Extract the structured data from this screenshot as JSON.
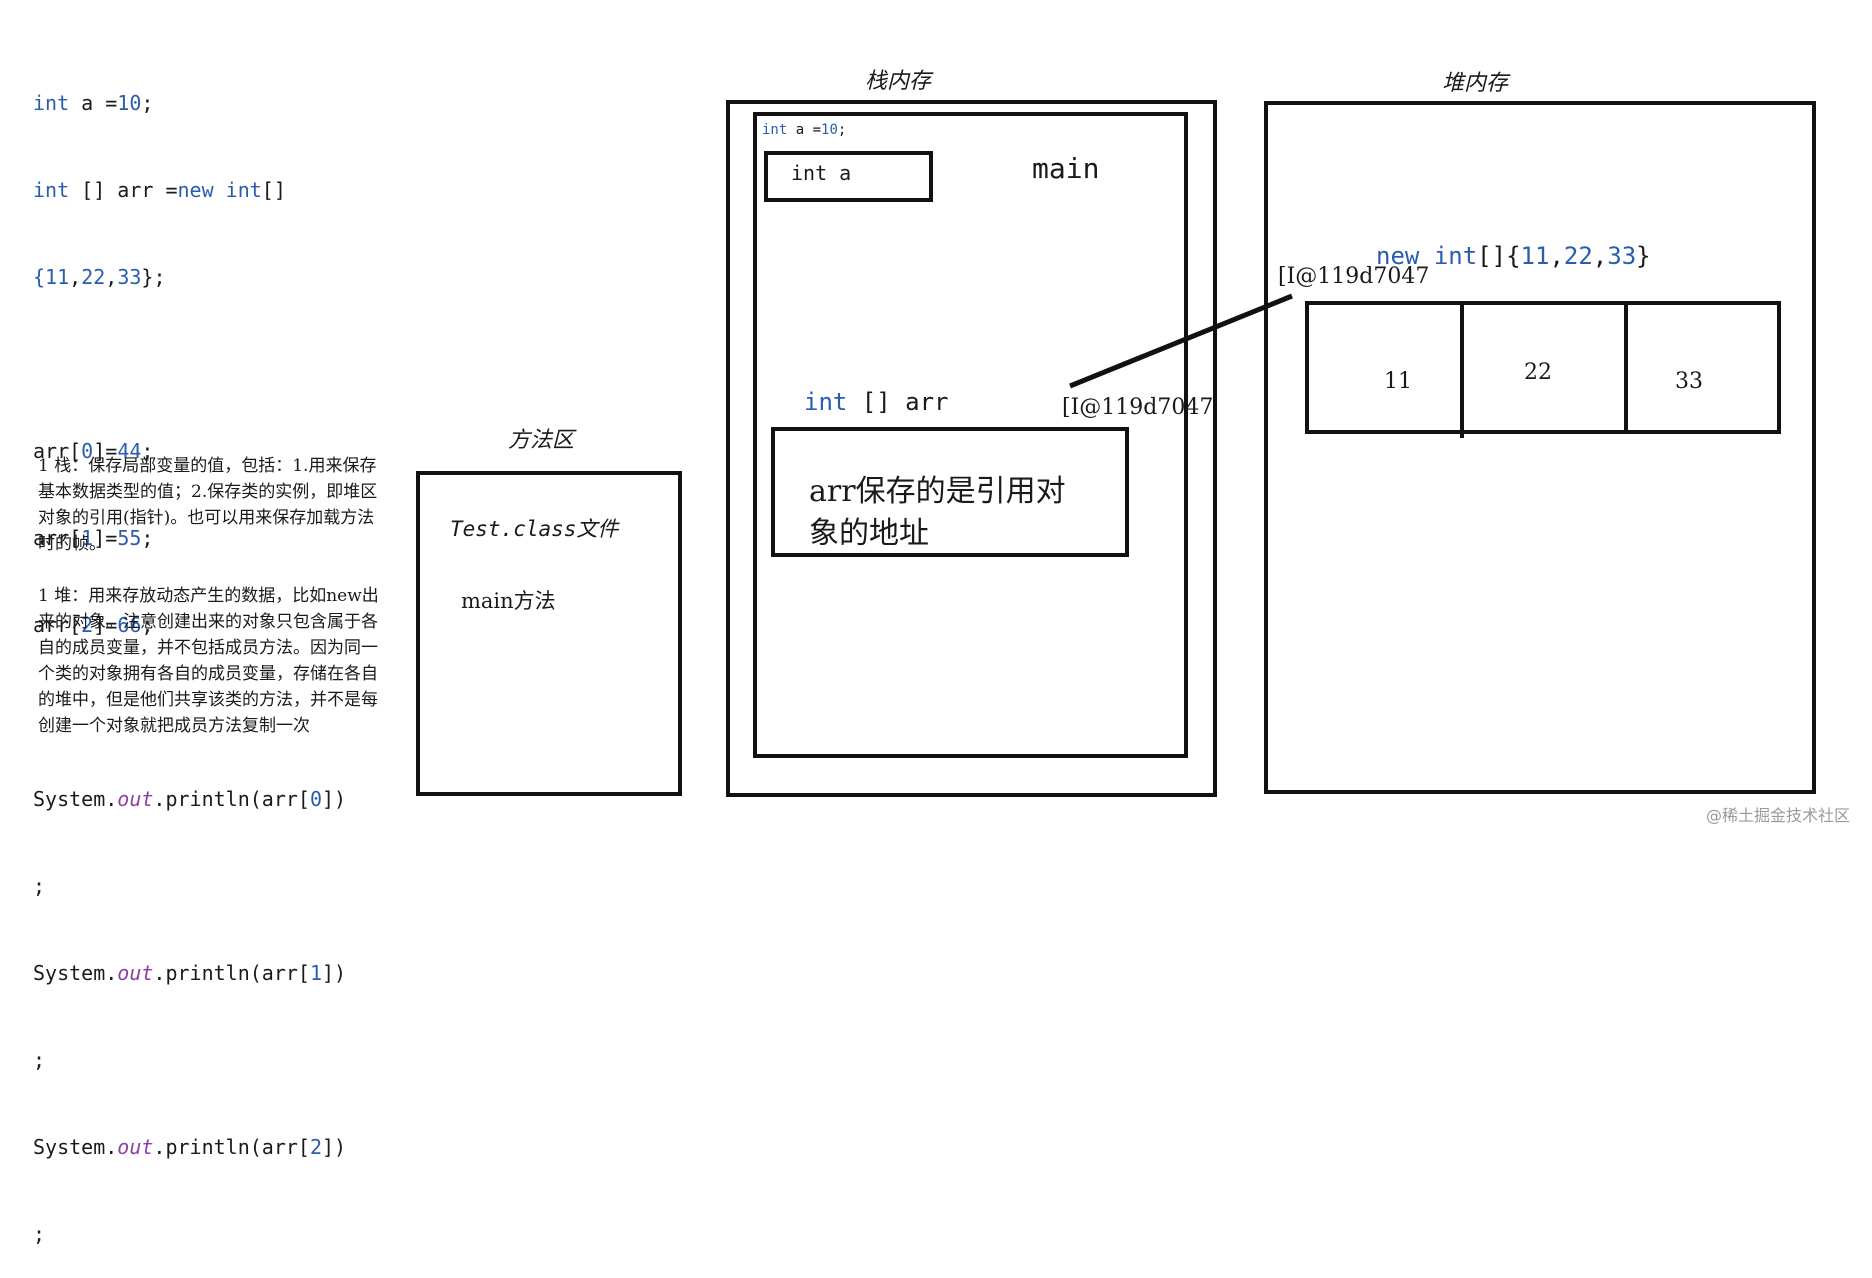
{
  "code": {
    "line1": [
      "int",
      " a =",
      "10",
      ";"
    ],
    "line2": [
      "int",
      " [] arr =",
      "new",
      " ",
      "int",
      "[]"
    ],
    "line3": [
      "{",
      "11",
      ",",
      "22",
      ",",
      "33",
      "};"
    ],
    "assign": [
      [
        "arr[",
        "0",
        "]=",
        "44",
        ";"
      ],
      [
        "arr[",
        "1",
        "]=",
        "55",
        ";"
      ],
      [
        "arr[",
        "2",
        "]=",
        "66",
        ";"
      ]
    ],
    "prints": [
      [
        "System.",
        "out",
        ".println(arr[",
        "0",
        "])",
        ";"
      ],
      [
        "System.",
        "out",
        ".println(arr[",
        "1",
        "])",
        ";"
      ],
      [
        "System.",
        "out",
        ".println(arr[",
        "2",
        "])",
        ";"
      ]
    ]
  },
  "notes": {
    "stack": "1 栈：保存局部变量的值，包括：1.用来保存基本数据类型的值；2.保存类的实例，即堆区对象的引用(指针)。也可以用来保存加载方法时的帧。",
    "heap": "1 堆：用来存放动态产生的数据，比如new出来的对象。注意创建出来的对象只包含属于各自的成员变量，并不包括成员方法。因为同一个类的对象拥有各自的成员变量，存储在各自的堆中，但是他们共享该类的方法，并不是每创建一个对象就把成员方法复制一次"
  },
  "method_area": {
    "title": "方法区",
    "class_file": "Test.class文件",
    "main_method": "main方法"
  },
  "stack": {
    "title": "栈内存",
    "frame_code": [
      "int",
      " a =",
      "10",
      ";"
    ],
    "var_a": "int a",
    "frame_label": "main",
    "arr_decl": [
      "int",
      " [] arr"
    ],
    "arr_ref": "[I@119d7047",
    "arr_note": "arr保存的是引用对象的地址"
  },
  "heap": {
    "title": "堆内存",
    "new_expr": [
      "new",
      " ",
      "int",
      "[]{",
      "11",
      ",",
      "22",
      ",",
      "33",
      "}"
    ],
    "object_ref": "[I@119d7047",
    "cells": [
      "11",
      "22",
      "33"
    ]
  },
  "watermark": "@稀土掘金技术社区",
  "colors": {
    "keyword": "#2a5db0",
    "static_field": "#8b3fa8",
    "border": "#111111"
  }
}
